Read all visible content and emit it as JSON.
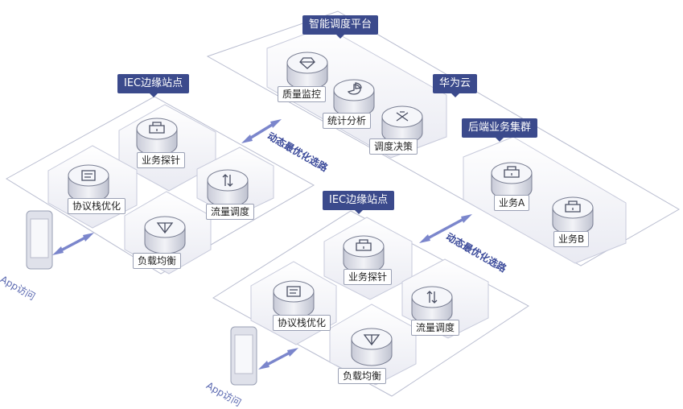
{
  "titles": {
    "platform": "智能调度平台",
    "huawei_cloud": "华为云",
    "backend_cluster": "后端业务集群",
    "edge_site_top": "IEC边缘站点",
    "edge_site_bottom": "IEC边缘站点"
  },
  "platform_services": {
    "quality": "质量监控",
    "stats": "统计分析",
    "decision": "调度决策"
  },
  "backend_services": {
    "a": "业务A",
    "b": "业务B"
  },
  "edge_top": {
    "probe": "业务探针",
    "protocol": "协议栈优化",
    "traffic": "流量调度",
    "lb": "负载均衡",
    "app": "App访问"
  },
  "edge_bottom": {
    "probe": "业务探针",
    "protocol": "协议栈优化",
    "traffic": "流量调度",
    "lb": "负载均衡",
    "app": "App访问"
  },
  "flows": {
    "top": "动态最优化选路",
    "right": "动态最优化选路"
  },
  "colors": {
    "title_bg": "#3b4a8c",
    "arrow": "#7b86cc",
    "plane_stroke": "#b9bdd0"
  }
}
